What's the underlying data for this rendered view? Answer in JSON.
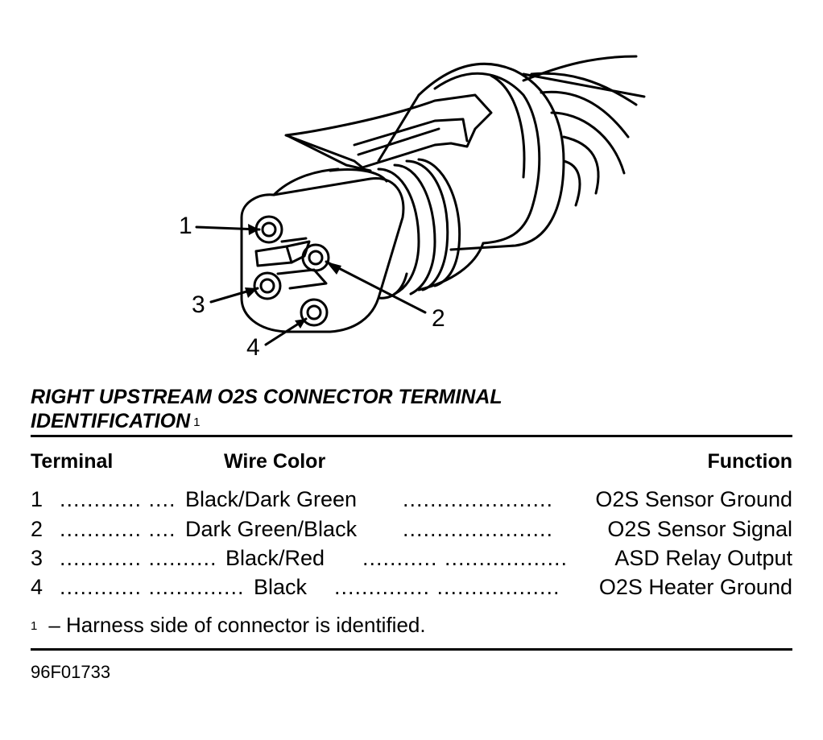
{
  "figure": {
    "callouts": [
      "1",
      "2",
      "3",
      "4"
    ]
  },
  "title": {
    "line1": "RIGHT UPSTREAM O2S CONNECTOR TERMINAL",
    "line2": "IDENTIFICATION",
    "footnote_marker": "1"
  },
  "table": {
    "headers": {
      "terminal": "Terminal",
      "wire_color": "Wire Color",
      "function": "Function"
    },
    "rows": [
      {
        "terminal": "1",
        "lead_dots": "............ ....",
        "wire_color": "Black/Dark Green",
        "trail_dots": "......................",
        "function": "O2S Sensor Ground"
      },
      {
        "terminal": "2",
        "lead_dots": "............ ....",
        "wire_color": "Dark Green/Black",
        "trail_dots": "......................",
        "function": "O2S Sensor Signal"
      },
      {
        "terminal": "3",
        "lead_dots": "............ ..........",
        "wire_color": "Black/Red",
        "trail_dots": "........... ..................",
        "function": "ASD Relay Output"
      },
      {
        "terminal": "4",
        "lead_dots": "............ ..............",
        "wire_color": "Black",
        "trail_dots": ".............. ..................",
        "function": "O2S Heater Ground"
      }
    ]
  },
  "footnote": {
    "marker": "1",
    "text": "–  Harness side of connector is identified."
  },
  "figure_code": "96F01733"
}
